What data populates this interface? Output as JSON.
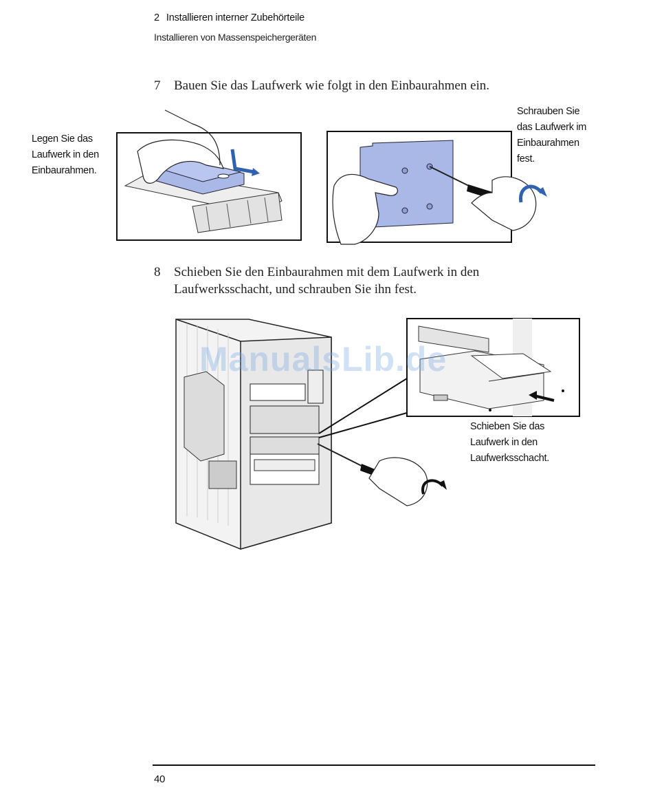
{
  "header": {
    "chapter_number": "2",
    "chapter_title": "Installieren interner Zubehörteile",
    "section_title": "Installieren von Massenspeichergeräten"
  },
  "steps": [
    {
      "number": "7",
      "text": "Bauen Sie das Laufwerk wie folgt in den Einbaurahmen ein."
    },
    {
      "number": "8",
      "text": "Schieben Sie den Einbaurahmen mit dem Laufwerk in den Laufwerksschacht, und schrauben Sie ihn fest."
    }
  ],
  "callouts": {
    "insert_drive": [
      "Legen Sie das",
      "Laufwerk in den",
      "Einbaurahmen."
    ],
    "screw_drive": [
      "Schrauben Sie",
      "das Laufwerk im",
      "Einbaurahmen",
      "fest."
    ],
    "slide_tray": [
      "Schieben Sie das",
      "Laufwerk in den",
      "Laufwerksschacht."
    ]
  },
  "watermark": "ManualsLib.de",
  "footer": {
    "page_number": "40"
  },
  "colors": {
    "drive_blue": "#a9b8e6",
    "arrow_blue": "#2f63b0",
    "line": "#111111"
  }
}
